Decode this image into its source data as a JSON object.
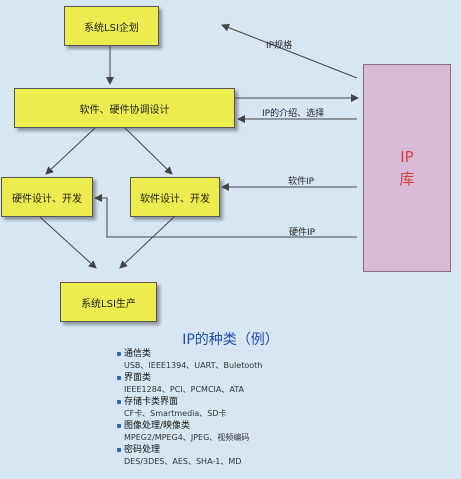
{
  "boxes": {
    "plan": "系统LSI企划",
    "codesign": "软件、硬件协调设计",
    "hw_dev": "硬件设计、开发",
    "sw_dev": "软件设计、开发",
    "production": "系统LSI生产"
  },
  "ip_library": {
    "line1": "IP",
    "line2": "库"
  },
  "arrow_labels": {
    "ip_spec": "IP规格",
    "ip_intro": "IP的介绍、选择",
    "soft_ip": "软件IP",
    "hard_ip": "硬件IP"
  },
  "types_title": "IP的种类（例）",
  "categories": [
    {
      "name": "通信类",
      "items": "USB、IEEE1394、UART、Buletooth"
    },
    {
      "name": "界面类",
      "items": "IEEE1284、PCI、PCMCIA、ATA"
    },
    {
      "name": "存储卡类界面",
      "items": "CF卡、Smartmedia、SD卡"
    },
    {
      "name": "图像处理/映像类",
      "items": "MPEG2/MPEG4、JPEG、视频编码"
    },
    {
      "name": "密码处理",
      "items": "DES/3DES、AES、SHA-1、MD"
    }
  ],
  "colors": {
    "box_fill": "#ecec4e",
    "ip_fill": "#d8b9d7",
    "ip_text": "#d2433f",
    "title": "#1f4fb0"
  }
}
